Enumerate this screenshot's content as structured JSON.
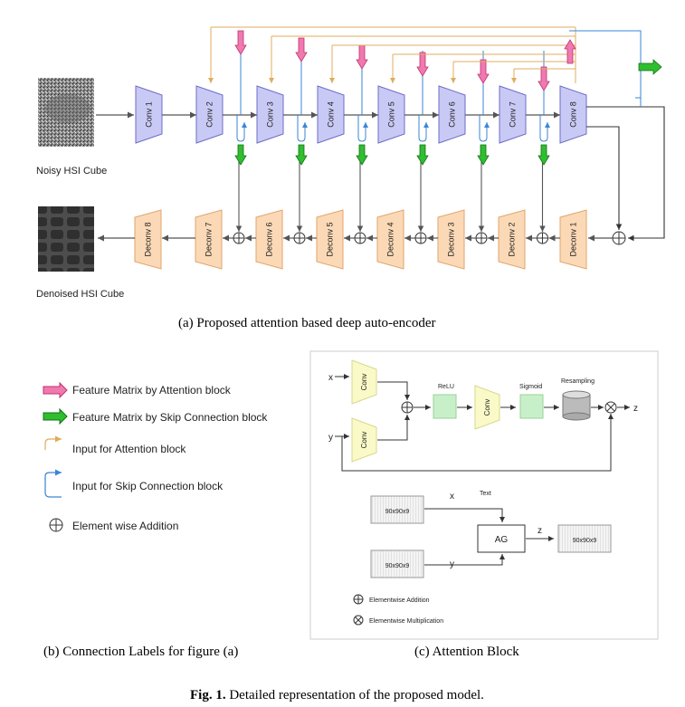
{
  "encoder": [
    "Conv 1",
    "Conv 2",
    "Conv 3",
    "Conv 4",
    "Conv 5",
    "Conv 6",
    "Conv 7",
    "Conv 8"
  ],
  "decoder": [
    "Deconv 8",
    "Deconv 7",
    "Deconv 6",
    "Deconv 5",
    "Deconv 4",
    "Deconv 3",
    "Deconv 2",
    "Deconv 1"
  ],
  "input_label": "Noisy HSI Cube",
  "output_label": "Denoised HSI Cube",
  "caption_a": "(a)  Proposed attention based deep auto-encoder",
  "legend": {
    "attention": "Feature Matrix by Attention block",
    "skip": "Feature Matrix by Skip Connection block",
    "input_attention": "Input for Attention block",
    "input_skip": "Input for Skip Connection block",
    "addition": "Element wise Addition"
  },
  "caption_b": "(b)  Connection Labels for figure (a)",
  "attention_block": {
    "x": "x",
    "y": "y",
    "z": "z",
    "conv": "Conv",
    "relu": "ReLU",
    "sigmoid": "Sigmoid",
    "resampling": "Resampling",
    "text": "Text",
    "ag": "AG",
    "dim1": "90x90x9",
    "dim2": "90x90x9",
    "dim3": "90x90x9",
    "add_label": "Elementwise Addition",
    "mul_label": "Elementwise Multiplication"
  },
  "caption_c": "(c)  Attention Block",
  "fig_caption": {
    "bold": "Fig. 1.",
    "text": " Detailed representation of the proposed model."
  },
  "colors": {
    "encoder_fill": "#c9c9f5",
    "encoder_stroke": "#6d6dc9",
    "decoder_fill": "#fbd9b6",
    "decoder_stroke": "#e0a56c",
    "attention": "#e8438a",
    "skip": "#1fa51f",
    "attention_line": "#e0ac5c",
    "skip_line": "#3a86d6"
  }
}
